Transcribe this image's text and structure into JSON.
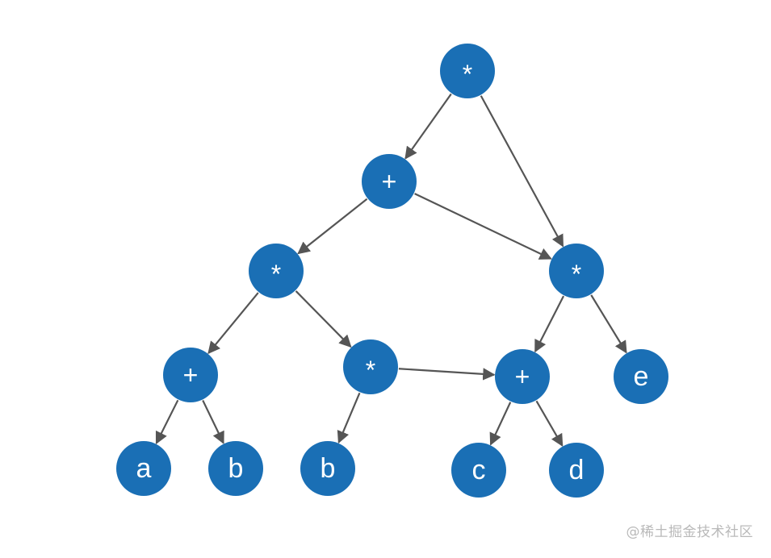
{
  "diagram": {
    "nodes": [
      {
        "id": "n1",
        "label": "*"
      },
      {
        "id": "n2",
        "label": "+"
      },
      {
        "id": "n3",
        "label": "*"
      },
      {
        "id": "n4",
        "label": "*"
      },
      {
        "id": "n5",
        "label": "+"
      },
      {
        "id": "n6",
        "label": "*"
      },
      {
        "id": "n7",
        "label": "+"
      },
      {
        "id": "n8",
        "label": "e"
      },
      {
        "id": "n9",
        "label": "a"
      },
      {
        "id": "n10",
        "label": "b"
      },
      {
        "id": "n11",
        "label": "b"
      },
      {
        "id": "n12",
        "label": "c"
      },
      {
        "id": "n13",
        "label": "d"
      }
    ],
    "edges": [
      {
        "from": "n1",
        "to": "n2"
      },
      {
        "from": "n1",
        "to": "n4"
      },
      {
        "from": "n2",
        "to": "n3"
      },
      {
        "from": "n2",
        "to": "n4"
      },
      {
        "from": "n3",
        "to": "n5"
      },
      {
        "from": "n3",
        "to": "n6"
      },
      {
        "from": "n4",
        "to": "n7"
      },
      {
        "from": "n4",
        "to": "n8"
      },
      {
        "from": "n5",
        "to": "n9"
      },
      {
        "from": "n5",
        "to": "n10"
      },
      {
        "from": "n6",
        "to": "n11"
      },
      {
        "from": "n6",
        "to": "n7"
      },
      {
        "from": "n7",
        "to": "n12"
      },
      {
        "from": "n7",
        "to": "n13"
      }
    ],
    "colors": {
      "node": "#1a6fb5",
      "edge": "#555555",
      "label": "#ffffff"
    }
  },
  "watermark": {
    "text": "@稀土掘金技术社区"
  }
}
